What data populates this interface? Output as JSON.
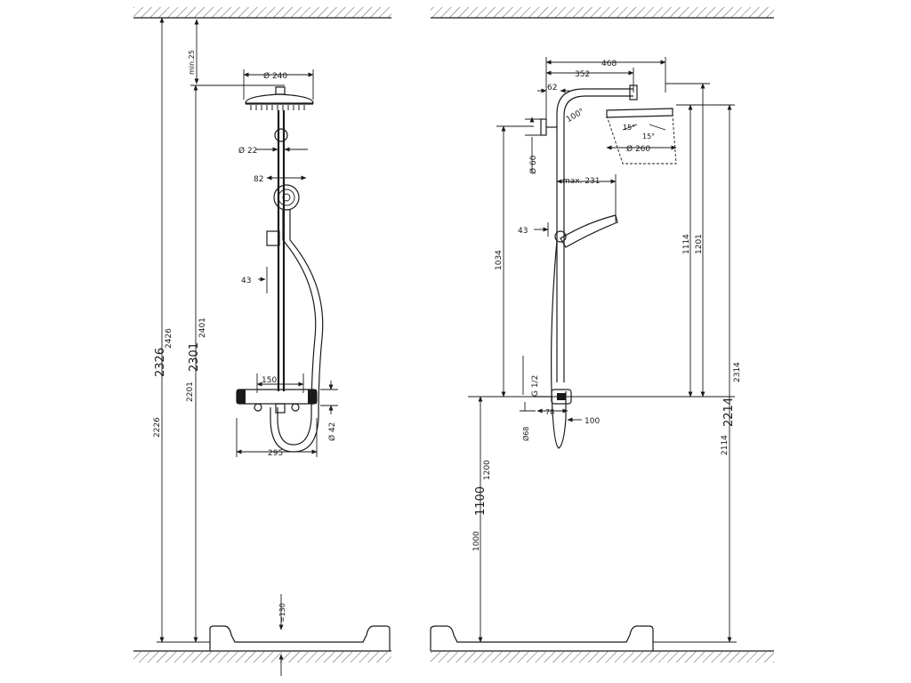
{
  "front_view": {
    "dim_min25": "min.25",
    "dim_d240": "Ø 240",
    "dim_d22": "Ø 22",
    "dim_82": "82",
    "dim_43": "43",
    "dim_150": "150",
    "dim_295": "295",
    "dim_d42": "Ø 42",
    "dim_2226": "2226",
    "dim_2326": "2326",
    "dim_2426": "2426",
    "dim_2201": "2201",
    "dim_2301": "2301",
    "dim_2401": "2401",
    "dim_130": "≈130"
  },
  "side_view": {
    "dim_468": "468",
    "dim_352": "352",
    "dim_62": "62",
    "dim_100deg": "100°",
    "dim_d60": "Ø 60",
    "dim_15a": "15°",
    "dim_15b": "15°",
    "dim_d260": "Ø 260",
    "dim_max231": "max. 231",
    "dim_43": "43",
    "dim_1034": "1034",
    "dim_1114": "1114",
    "dim_1201": "1201",
    "dim_g12": "G 1/2",
    "dim_d68": "Ø68",
    "dim_78": "78",
    "dim_100": "100",
    "dim_1000": "1000",
    "dim_1100": "1100",
    "dim_1200": "1200",
    "dim_2114": "2114",
    "dim_2214": "2214",
    "dim_2314": "2314"
  }
}
